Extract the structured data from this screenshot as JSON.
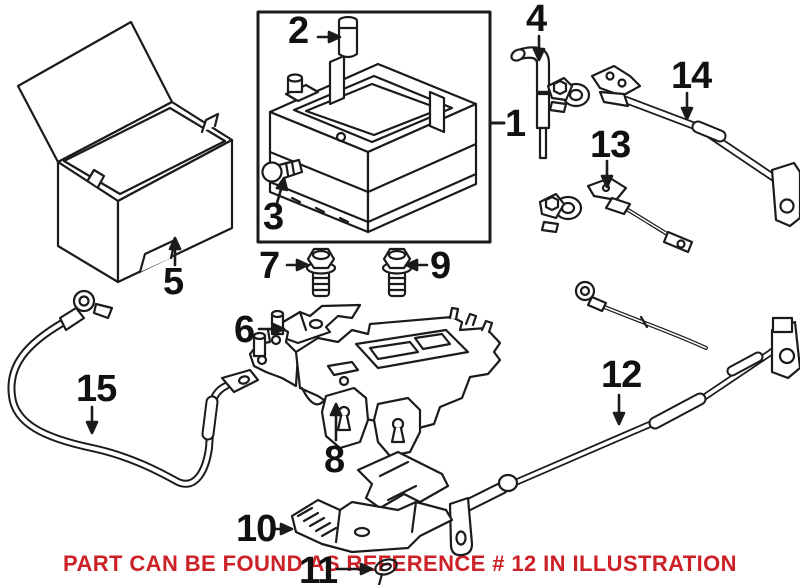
{
  "diagram": {
    "caption": "PART CAN BE FOUND AS REFERENCE # 12 IN ILLUSTRATION",
    "caption_color": "#cc2127",
    "line_color": "#1b1b1b",
    "background_color": "#ffffff",
    "part_labels": [
      "1",
      "2",
      "3",
      "4",
      "5",
      "6",
      "7",
      "8",
      "9",
      "10",
      "11",
      "12",
      "13",
      "14",
      "15"
    ]
  }
}
